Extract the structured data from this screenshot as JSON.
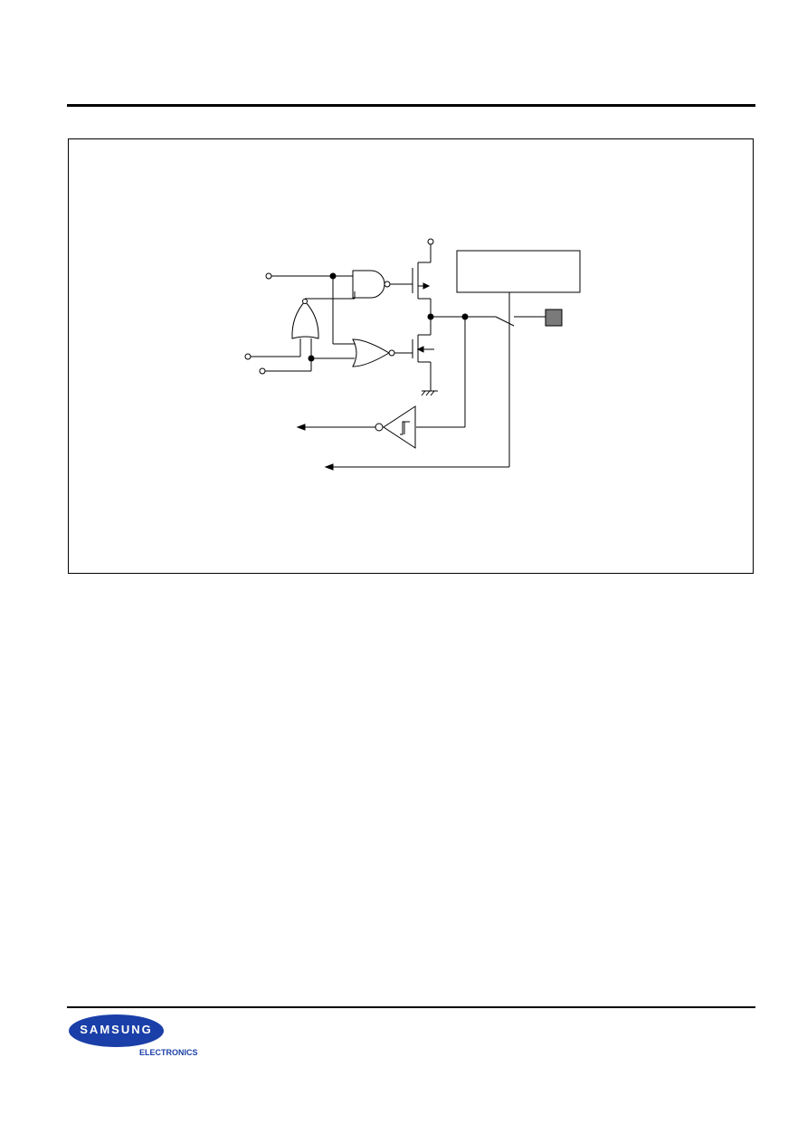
{
  "document": {
    "brand": {
      "wordmark": "SAMSUNG",
      "subtitle": "ELECTRONICS",
      "color": "#1a3fa8"
    }
  },
  "figure": {
    "components": [
      "nand-gate",
      "nor-gate",
      "or-gate",
      "pmos-transistor",
      "nmos-transistor",
      "schmitt-trigger-inverter",
      "switch",
      "pad",
      "box"
    ]
  }
}
